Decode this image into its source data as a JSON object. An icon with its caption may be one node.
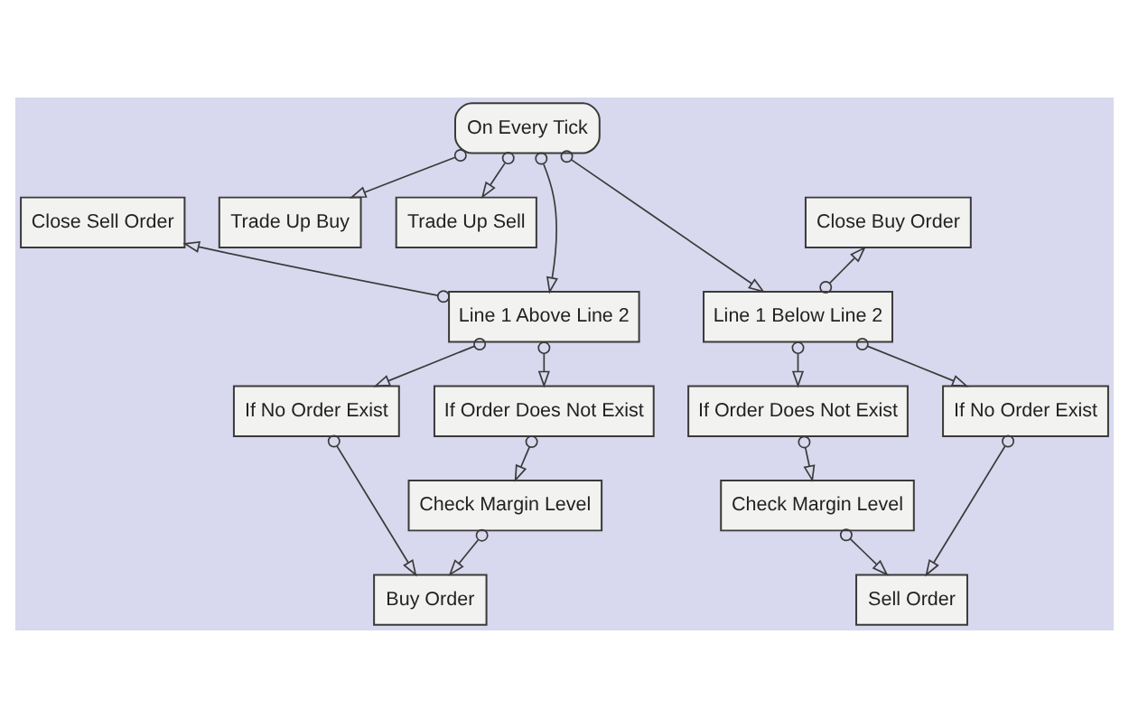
{
  "diagram": {
    "nodes": [
      {
        "text": [
          "Trade Up Buy"
        ]
      },
      {
        "text": [
          "On Every Tick"
        ]
      },
      {
        "text": [
          "Trade Up Sell"
        ]
      },
      {
        "text": [
          "Close Sell Order"
        ]
      },
      {
        "text": [
          "Close Buy Order"
        ]
      },
      {
        "text": [
          "Line 1 Above Line 2"
        ]
      },
      {
        "text": [
          "Line 1 Below Line 2"
        ]
      },
      {
        "text": [
          "If No Order Exist"
        ]
      },
      {
        "text": [
          "If Order Does Not Exist"
        ]
      },
      {
        "text": [
          "If Order Does Not Exist"
        ]
      },
      {
        "text": [
          "If No Order Exist"
        ]
      },
      {
        "text": [
          "Check Margin Level"
        ]
      },
      {
        "text": [
          "Check Margin Level"
        ]
      },
      {
        "text": [
          "Buy Order"
        ]
      },
      {
        "text": [
          "Sell Order"
        ]
      }
    ],
    "edges": [
      {
        "from": 1,
        "to": 0,
        "arrow": "to"
      },
      {
        "from": 1,
        "to": 2,
        "arrow": "to"
      },
      {
        "from": 1,
        "to": 5,
        "arrow": "to"
      },
      {
        "from": 1,
        "to": 6,
        "arrow": "to"
      },
      {
        "from": 5,
        "to": 3,
        "arrow": "to"
      },
      {
        "from": 6,
        "to": 4,
        "arrow": "to"
      },
      {
        "from": 5,
        "to": 7,
        "arrow": "to"
      },
      {
        "from": 5,
        "to": 8,
        "arrow": "to"
      },
      {
        "from": 6,
        "to": 9,
        "arrow": "to"
      },
      {
        "from": 6,
        "to": 10,
        "arrow": "to"
      },
      {
        "from": 8,
        "to": 11,
        "arrow": "to"
      },
      {
        "from": 9,
        "to": 12,
        "arrow": "to"
      },
      {
        "from": 7,
        "to": 13,
        "arrow": "to"
      },
      {
        "from": 11,
        "to": 13,
        "arrow": "to"
      },
      {
        "from": 12,
        "to": 14,
        "arrow": "to"
      },
      {
        "from": 10,
        "to": 14,
        "arrow": "to"
      }
    ]
  }
}
